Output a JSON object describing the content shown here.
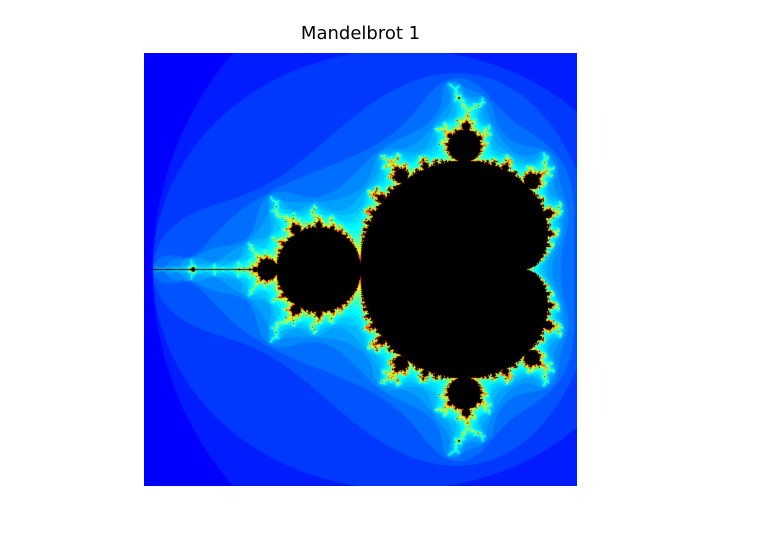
{
  "figure": {
    "title": "Mandelbrot 1",
    "render": {
      "center": [
        -0.75,
        0.0
      ],
      "span": 2.6,
      "max_iter": 80,
      "set_color": "#000000",
      "colormap": "jet"
    },
    "background": "#ffffff"
  }
}
